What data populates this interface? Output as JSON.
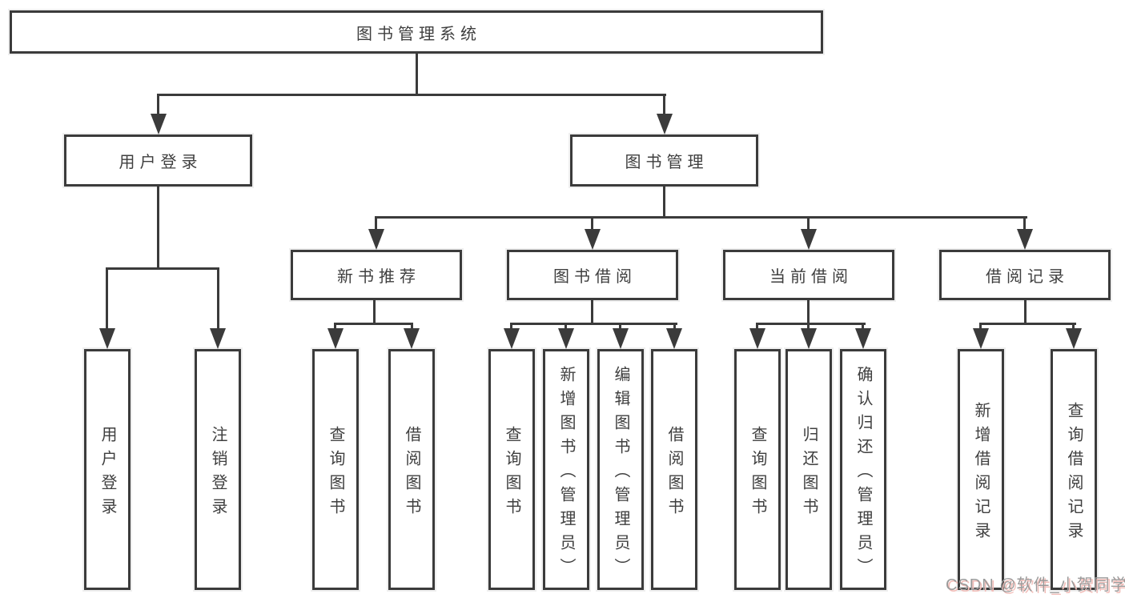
{
  "colors": {
    "line": "#3b3b3b",
    "text": "#3f3f3f",
    "background": "#ffffff",
    "watermark_text": "#9b9b9b",
    "watermark_shadow": "#f2bdb8"
  },
  "diagram": {
    "root": {
      "label": "图书管理系统"
    },
    "level2": [
      {
        "label": "用户登录"
      },
      {
        "label": "图书管理"
      }
    ],
    "level3": [
      {
        "label": "新书推荐"
      },
      {
        "label": "图书借阅"
      },
      {
        "label": "当前借阅"
      },
      {
        "label": "借阅记录"
      }
    ],
    "leaves": {
      "user_login": [
        "用户登录",
        "注销登录"
      ],
      "new_book_recommend": [
        "查询图书",
        "借阅图书"
      ],
      "book_borrowing": [
        "查询图书",
        "新增图书（管理员）",
        "编辑图书（管理员）",
        "借阅图书"
      ],
      "current_borrowing": [
        "查询图书",
        "归还图书",
        "确认归还（管理员）"
      ],
      "borrowing_records": [
        "新增借阅记录",
        "查询借阅记录"
      ]
    }
  },
  "watermark": "CSDN @软件_小贺同学"
}
